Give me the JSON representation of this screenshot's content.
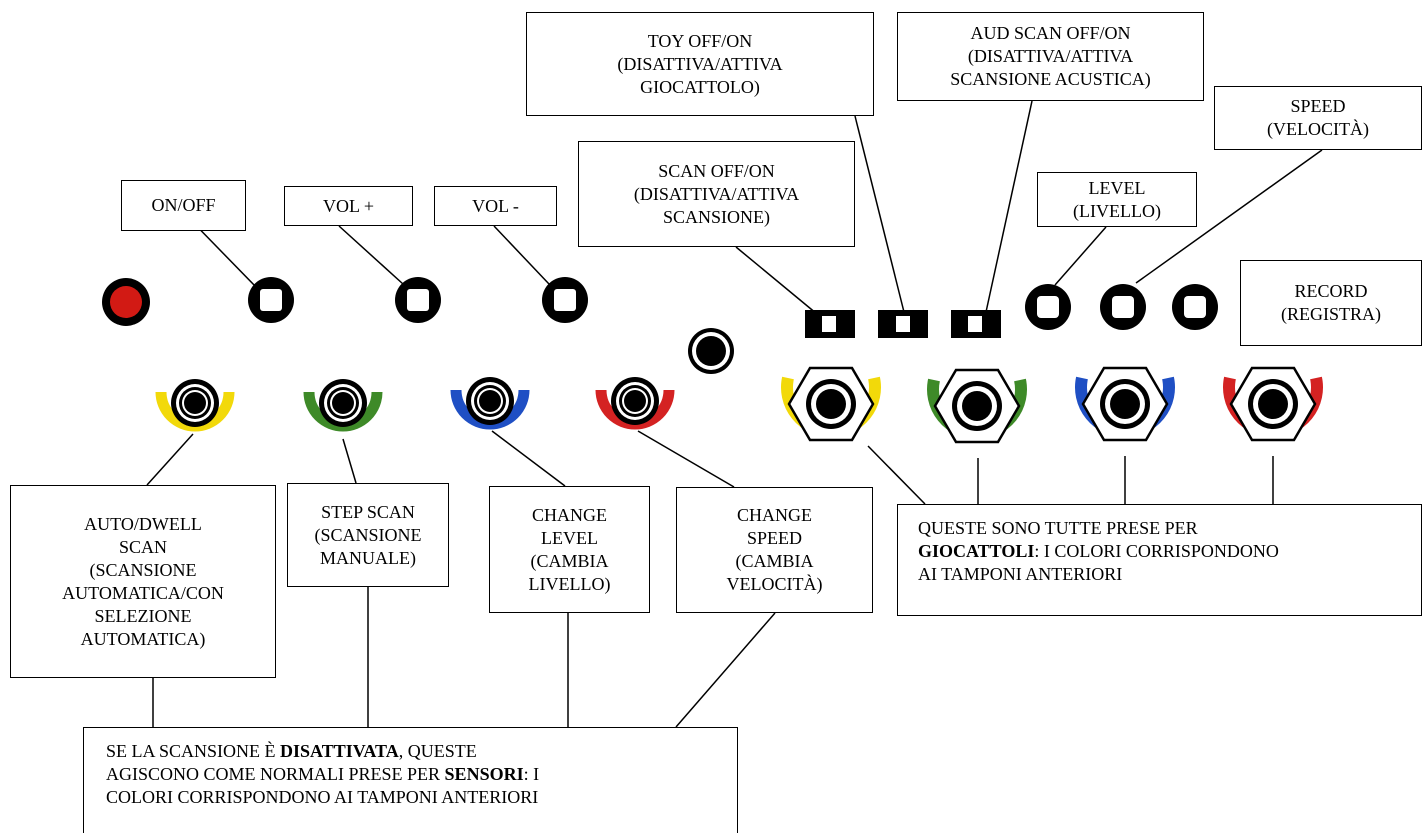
{
  "labels": {
    "on_off": [
      "ON/OFF"
    ],
    "vol_plus": [
      "VOL +"
    ],
    "vol_minus": [
      "VOL -"
    ],
    "scan_off_on": [
      "SCAN OFF/ON",
      "(DISATTIVA/ATTIVA",
      "SCANSIONE)"
    ],
    "toy_off_on": [
      "TOY OFF/ON",
      "(DISATTIVA/ATTIVA",
      "GIOCATTOLO)"
    ],
    "aud_scan_off_on": [
      "AUD SCAN OFF/ON",
      "(DISATTIVA/ATTIVA",
      "SCANSIONE ACUSTICA)"
    ],
    "level": [
      "LEVEL",
      "(LIVELLO)"
    ],
    "speed": [
      "SPEED",
      "(VELOCITÀ)"
    ],
    "record": [
      "RECORD",
      "(REGISTRA)"
    ],
    "auto_dwell_scan": [
      "AUTO/DWELL",
      "SCAN",
      "(SCANSIONE",
      "AUTOMATICA/CON",
      "SELEZIONE",
      "AUTOMATICA)"
    ],
    "step_scan": [
      "STEP SCAN",
      "(SCANSIONE",
      "MANUALE)"
    ],
    "change_level": [
      "CHANGE",
      "LEVEL",
      "(CAMBIA",
      "LIVELLO)"
    ],
    "change_speed": [
      "CHANGE",
      "SPEED",
      "(CAMBIA",
      "VELOCITÀ)"
    ]
  },
  "notes": {
    "toys": {
      "line1": "QUESTE SONO TUTTE PRESE PER",
      "bold1": "GIOCATTOLI",
      "after_bold1": ": I COLORI CORRISPONDONO",
      "line3": "AI TAMPONI ANTERIORI"
    },
    "sensors": {
      "before_bold1": "SE LA SCANSIONE È ",
      "bold1": "DISATTIVATA",
      "after_bold1": ", QUESTE",
      "line2_before_bold": "AGISCONO COME NORMALI PRESE PER ",
      "bold2": "SENSORI",
      "after_bold2": ": I",
      "line3": "COLORI CORRISPONDONO AI TAMPONI ANTERIORI"
    }
  },
  "colors": {
    "yellow": "#f2d90a",
    "green": "#3e8a28",
    "blue": "#1f4fc4",
    "red": "#d42222",
    "power_led": "#d21a14",
    "black": "#000000"
  }
}
